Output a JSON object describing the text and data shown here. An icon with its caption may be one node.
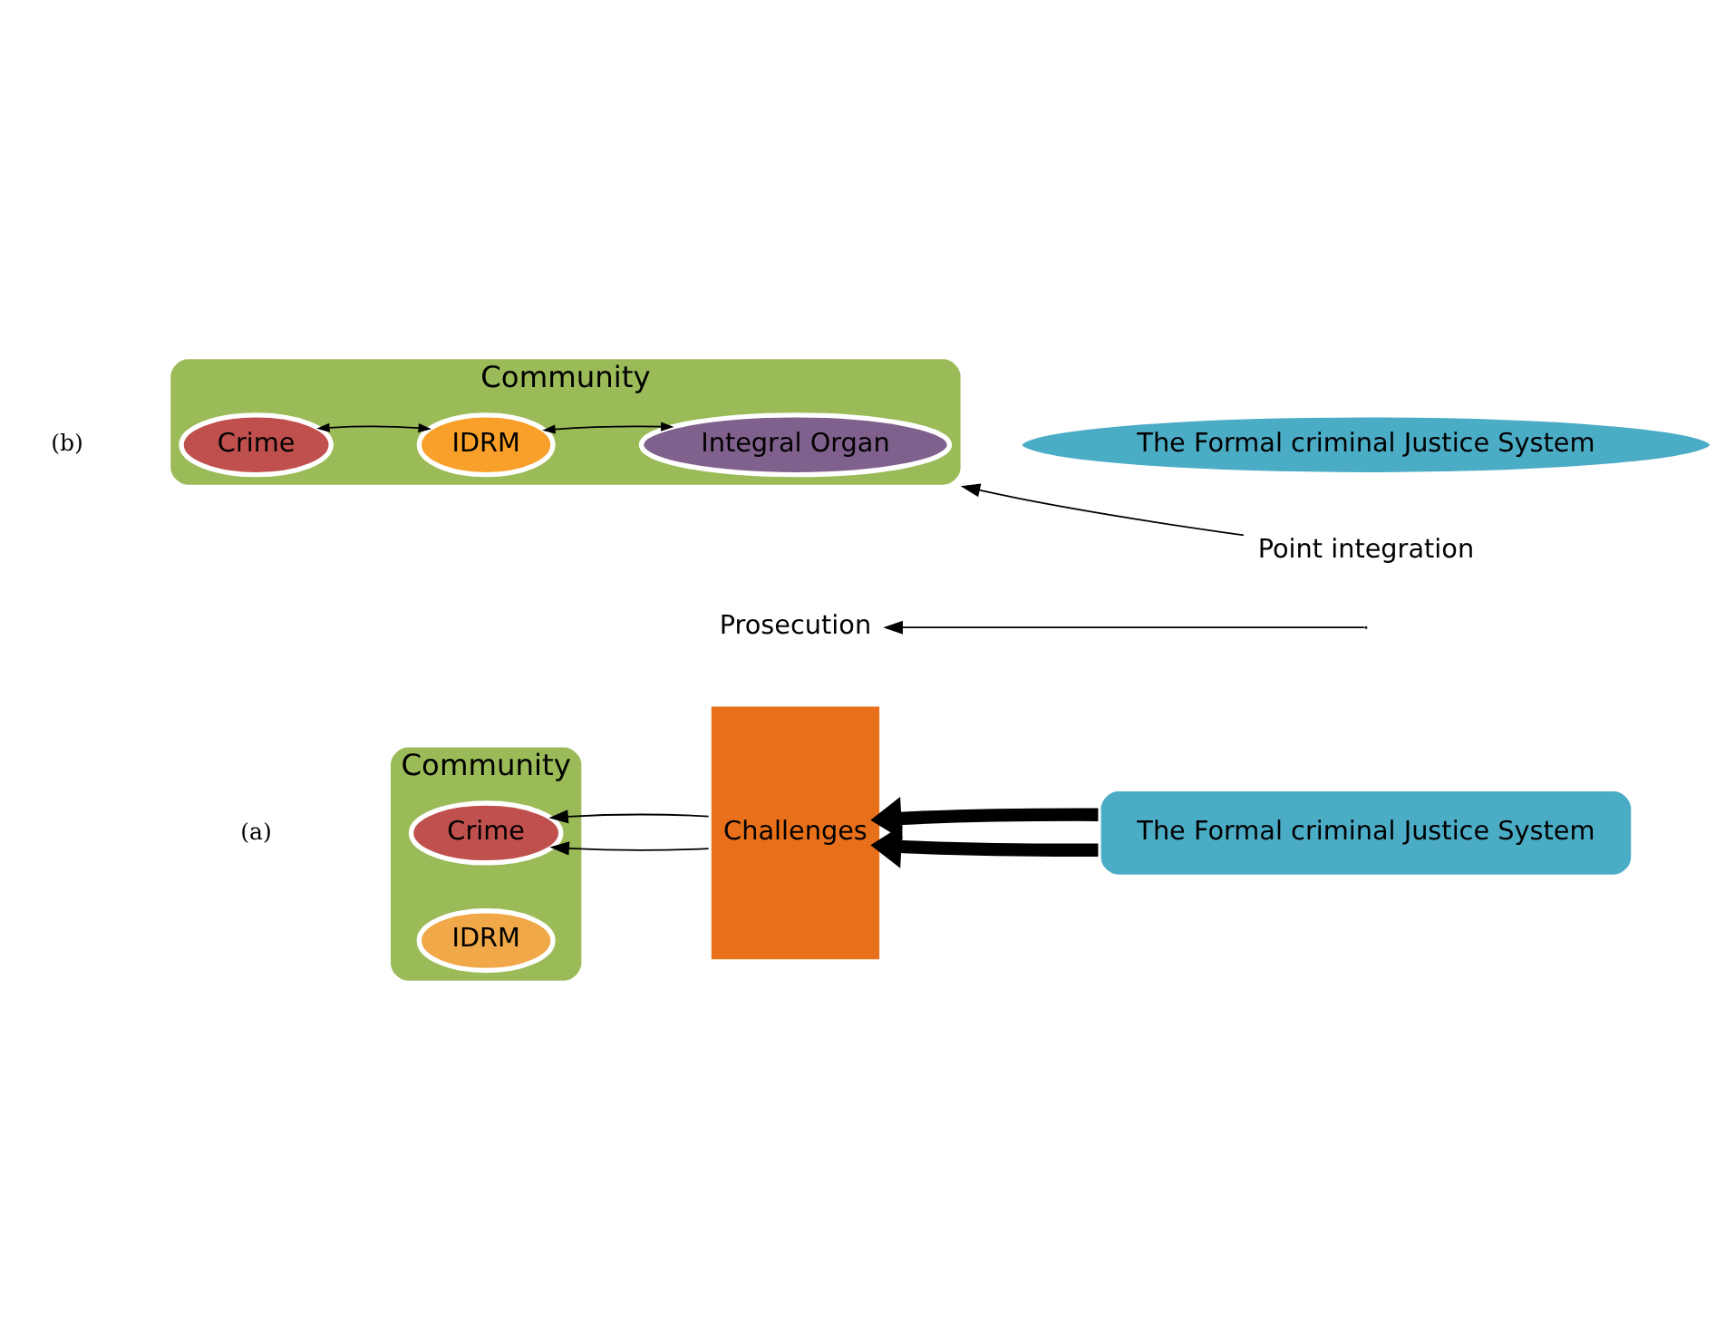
{
  "diagram": {
    "nodes": [
      {
        "text": [
          "Community"
        ]
      },
      {
        "text": [
          "Crime"
        ],
        "in": 0
      },
      {
        "text": [
          "IDRM"
        ],
        "in": 0
      },
      {
        "text": [
          "Challenges"
        ]
      },
      {
        "text": [
          "The Formal criminal Justice System"
        ]
      },
      {
        "text": [
          "Prosecution"
        ]
      },
      {
        "text": [
          "Community"
        ]
      },
      {
        "text": [
          "Crime"
        ],
        "in": 6
      },
      {
        "text": [
          "IDRM"
        ],
        "in": 6
      },
      {
        "text": [
          "Integral Organ"
        ],
        "in": 6
      },
      {
        "text": [
          "The Formal criminal Justice System"
        ]
      },
      {
        "text": [
          "Point integration"
        ]
      }
    ],
    "edges": [
      {
        "from": 3,
        "to": 1,
        "arrow": "to"
      },
      {
        "from": 3,
        "to": 1,
        "arrow": "to"
      },
      {
        "from": 4,
        "to": 3,
        "arrow": "to",
        "style": "thick"
      },
      {
        "from": 4,
        "to": 3,
        "arrow": "to",
        "style": "thick"
      },
      {
        "from": null,
        "to": 5,
        "arrow": "to"
      },
      {
        "from": 7,
        "to": 8,
        "arrow": "both"
      },
      {
        "from": 8,
        "to": 9,
        "arrow": "both"
      },
      {
        "from": 11,
        "to": 6,
        "arrow": "to"
      }
    ],
    "labels": [
      "(a)",
      "(b)"
    ]
  }
}
